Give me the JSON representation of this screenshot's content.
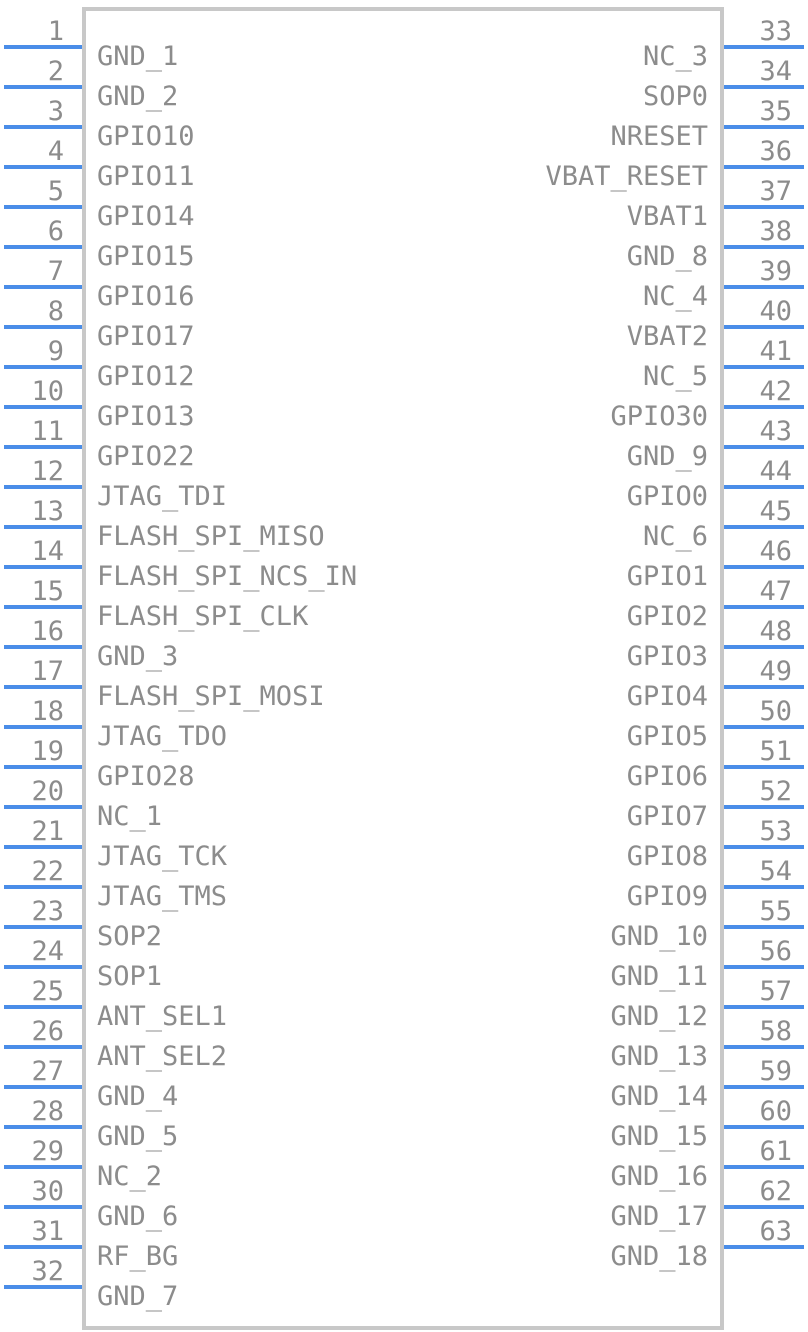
{
  "component": {
    "left_pins": [
      {
        "num": "1",
        "label": "GND_1"
      },
      {
        "num": "2",
        "label": "GND_2"
      },
      {
        "num": "3",
        "label": "GPIO10"
      },
      {
        "num": "4",
        "label": "GPIO11"
      },
      {
        "num": "5",
        "label": "GPIO14"
      },
      {
        "num": "6",
        "label": "GPIO15"
      },
      {
        "num": "7",
        "label": "GPIO16"
      },
      {
        "num": "8",
        "label": "GPIO17"
      },
      {
        "num": "9",
        "label": "GPIO12"
      },
      {
        "num": "10",
        "label": "GPIO13"
      },
      {
        "num": "11",
        "label": "GPIO22"
      },
      {
        "num": "12",
        "label": "JTAG_TDI"
      },
      {
        "num": "13",
        "label": "FLASH_SPI_MISO"
      },
      {
        "num": "14",
        "label": "FLASH_SPI_NCS_IN"
      },
      {
        "num": "15",
        "label": "FLASH_SPI_CLK"
      },
      {
        "num": "16",
        "label": "GND_3"
      },
      {
        "num": "17",
        "label": "FLASH_SPI_MOSI"
      },
      {
        "num": "18",
        "label": "JTAG_TDO"
      },
      {
        "num": "19",
        "label": "GPIO28"
      },
      {
        "num": "20",
        "label": "NC_1"
      },
      {
        "num": "21",
        "label": "JTAG_TCK"
      },
      {
        "num": "22",
        "label": "JTAG_TMS"
      },
      {
        "num": "23",
        "label": "SOP2"
      },
      {
        "num": "24",
        "label": "SOP1"
      },
      {
        "num": "25",
        "label": "ANT_SEL1"
      },
      {
        "num": "26",
        "label": "ANT_SEL2"
      },
      {
        "num": "27",
        "label": "GND_4"
      },
      {
        "num": "28",
        "label": "GND_5"
      },
      {
        "num": "29",
        "label": "NC_2"
      },
      {
        "num": "30",
        "label": "GND_6"
      },
      {
        "num": "31",
        "label": "RF_BG"
      },
      {
        "num": "32",
        "label": "GND_7"
      }
    ],
    "right_pins": [
      {
        "num": "33",
        "label": "NC_3"
      },
      {
        "num": "34",
        "label": "SOP0"
      },
      {
        "num": "35",
        "label": "NRESET"
      },
      {
        "num": "36",
        "label": "VBAT_RESET"
      },
      {
        "num": "37",
        "label": "VBAT1"
      },
      {
        "num": "38",
        "label": "GND_8"
      },
      {
        "num": "39",
        "label": "NC_4"
      },
      {
        "num": "40",
        "label": "VBAT2"
      },
      {
        "num": "41",
        "label": "NC_5"
      },
      {
        "num": "42",
        "label": "GPIO30"
      },
      {
        "num": "43",
        "label": "GND_9"
      },
      {
        "num": "44",
        "label": "GPIO0"
      },
      {
        "num": "45",
        "label": "NC_6"
      },
      {
        "num": "46",
        "label": "GPIO1"
      },
      {
        "num": "47",
        "label": "GPIO2"
      },
      {
        "num": "48",
        "label": "GPIO3"
      },
      {
        "num": "49",
        "label": "GPIO4"
      },
      {
        "num": "50",
        "label": "GPIO5"
      },
      {
        "num": "51",
        "label": "GPIO6"
      },
      {
        "num": "52",
        "label": "GPIO7"
      },
      {
        "num": "53",
        "label": "GPIO8"
      },
      {
        "num": "54",
        "label": "GPIO9"
      },
      {
        "num": "55",
        "label": "GND_10"
      },
      {
        "num": "56",
        "label": "GND_11"
      },
      {
        "num": "57",
        "label": "GND_12"
      },
      {
        "num": "58",
        "label": "GND_13"
      },
      {
        "num": "59",
        "label": "GND_14"
      },
      {
        "num": "60",
        "label": "GND_15"
      },
      {
        "num": "61",
        "label": "GND_16"
      },
      {
        "num": "62",
        "label": "GND_17"
      },
      {
        "num": "63",
        "label": "GND_18"
      }
    ],
    "colors": {
      "pin_line": "#4a8de8",
      "text": "#8c8c8c",
      "body_outline": "#c8c8c8"
    }
  }
}
